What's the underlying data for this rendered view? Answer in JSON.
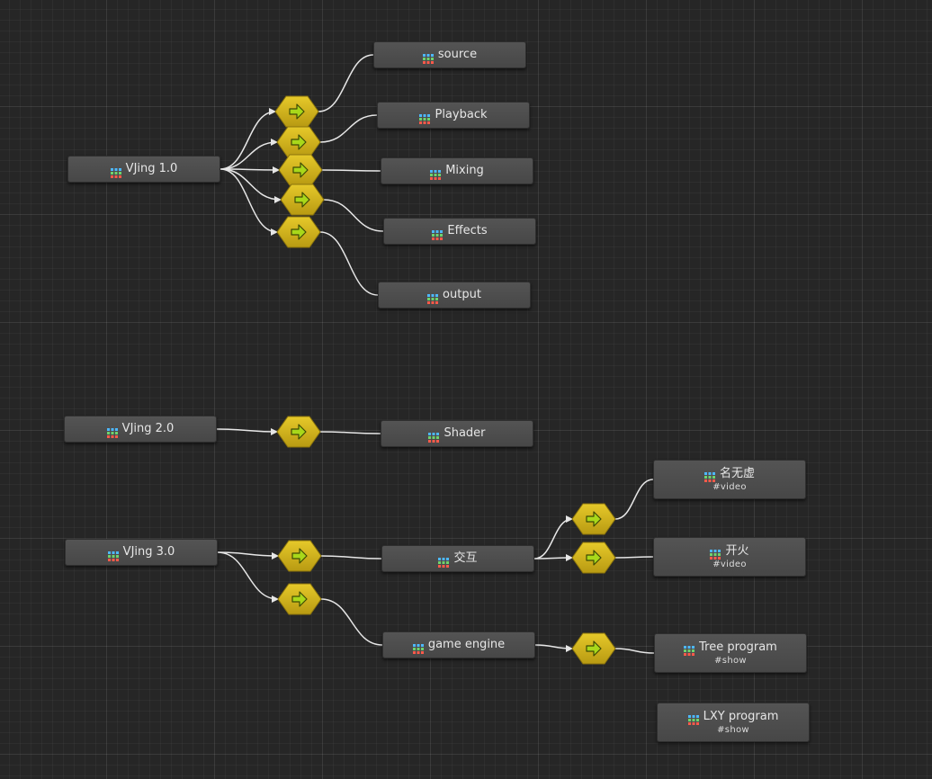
{
  "colors": {
    "background": "#262626",
    "node_fill": "#4d4d4d",
    "node_text": "#e6e6e6",
    "edge": "#e6e6e6",
    "transition_fill": "#d4b51c",
    "transition_arrow": "#a8d81a",
    "icon_row_1": "#4db8ff",
    "icon_row_2": "#6ed36e",
    "icon_row_3": "#ff5a4a"
  },
  "states": [
    {
      "id": "vjing1",
      "label": "VJing 1.0"
    },
    {
      "id": "source",
      "label": "source"
    },
    {
      "id": "playback",
      "label": "Playback"
    },
    {
      "id": "mixing",
      "label": "Mixing"
    },
    {
      "id": "effects",
      "label": "Effects"
    },
    {
      "id": "output",
      "label": "output"
    },
    {
      "id": "vjing2",
      "label": "VJing 2.0"
    },
    {
      "id": "shader",
      "label": "Shader"
    },
    {
      "id": "vjing3",
      "label": "VJing 3.0"
    },
    {
      "id": "jiaohu",
      "label": "交互"
    },
    {
      "id": "gameengine",
      "label": "game engine"
    },
    {
      "id": "mingwuxu",
      "label": "名无虚",
      "tag": "#video"
    },
    {
      "id": "kaihuo",
      "label": "开火",
      "tag": "#video"
    },
    {
      "id": "treeprogram",
      "label": "Tree program",
      "tag": "#show"
    },
    {
      "id": "lxyprogram",
      "label": "LXY program",
      "tag": "#show"
    }
  ],
  "transitions": [
    {
      "id": "t1",
      "from": "vjing1",
      "to": "source",
      "icon": "arrow-right-icon"
    },
    {
      "id": "t2",
      "from": "vjing1",
      "to": "playback",
      "icon": "arrow-right-icon"
    },
    {
      "id": "t3",
      "from": "vjing1",
      "to": "mixing",
      "icon": "arrow-right-icon"
    },
    {
      "id": "t4",
      "from": "vjing1",
      "to": "effects",
      "icon": "arrow-right-icon"
    },
    {
      "id": "t5",
      "from": "vjing1",
      "to": "output",
      "icon": "arrow-right-icon"
    },
    {
      "id": "t6",
      "from": "vjing2",
      "to": "shader",
      "icon": "arrow-right-icon"
    },
    {
      "id": "t7",
      "from": "vjing3",
      "to": "jiaohu",
      "icon": "arrow-right-icon"
    },
    {
      "id": "t8",
      "from": "vjing3",
      "to": "gameengine",
      "icon": "arrow-right-icon"
    },
    {
      "id": "t9",
      "from": "jiaohu",
      "to": "mingwuxu",
      "icon": "arrow-right-icon"
    },
    {
      "id": "t10",
      "from": "jiaohu",
      "to": "kaihuo",
      "icon": "arrow-right-icon"
    },
    {
      "id": "t11",
      "from": "gameengine",
      "to": "treeprogram",
      "icon": "arrow-right-icon"
    }
  ]
}
